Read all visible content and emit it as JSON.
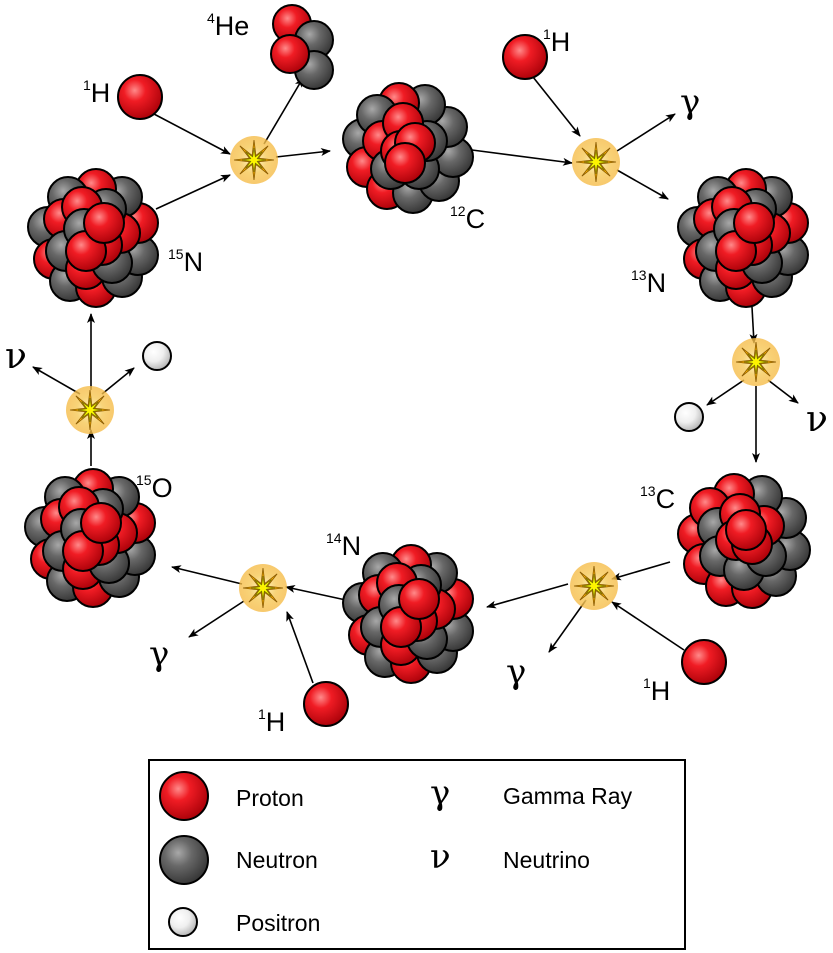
{
  "nuclides": [
    {
      "id": "c12",
      "mass": "12",
      "symbol": "C"
    },
    {
      "id": "n13",
      "mass": "13",
      "symbol": "N"
    },
    {
      "id": "c13",
      "mass": "13",
      "symbol": "C"
    },
    {
      "id": "n14",
      "mass": "14",
      "symbol": "N"
    },
    {
      "id": "o15",
      "mass": "15",
      "symbol": "O"
    },
    {
      "id": "n15",
      "mass": "15",
      "symbol": "N"
    },
    {
      "id": "he4",
      "mass": "4",
      "symbol": "He"
    },
    {
      "id": "h1a",
      "mass": "1",
      "symbol": "H"
    },
    {
      "id": "h1b",
      "mass": "1",
      "symbol": "H"
    },
    {
      "id": "h1c",
      "mass": "1",
      "symbol": "H"
    },
    {
      "id": "h1d",
      "mass": "1",
      "symbol": "H"
    }
  ],
  "particles": {
    "gamma": "γ",
    "neutrino": "ν"
  },
  "legend": {
    "proton": "Proton",
    "neutron": "Neutron",
    "positron": "Positron",
    "gamma_symbol": "γ",
    "gamma_label": "Gamma Ray",
    "neutrino_symbol": "ν",
    "neutrino_label": "Neutrino"
  },
  "colors": {
    "proton": "#e8101a",
    "neutron": "#5f5f5f",
    "positron": "#eeeeee",
    "burst_glow": "#f6c85a",
    "burst_star": "#ffff00",
    "outline": "#000000"
  }
}
